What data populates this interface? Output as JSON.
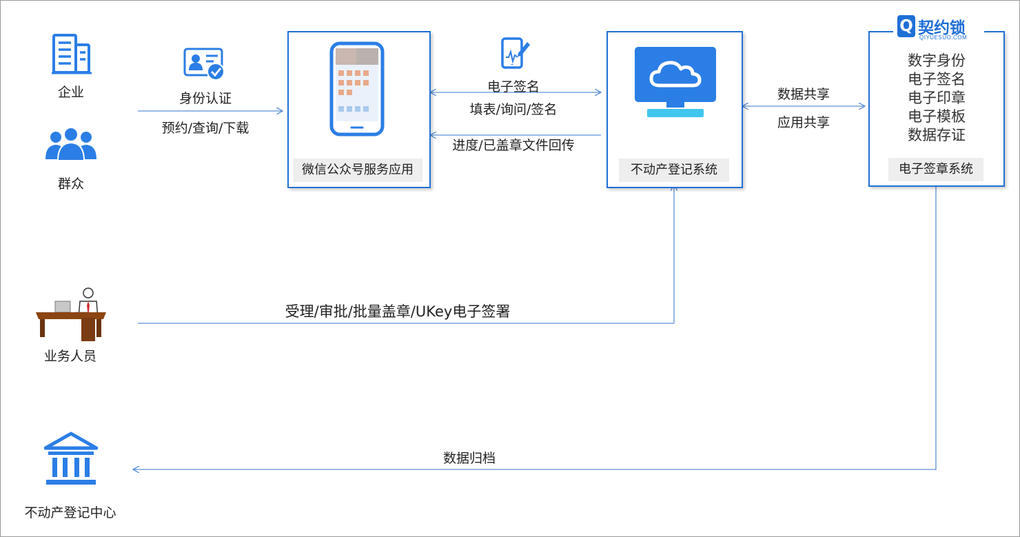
{
  "actors": {
    "enterprise": "企业",
    "public": "群众",
    "staff": "业务人员",
    "center": "不动产登记中心"
  },
  "icons": {
    "enterprise": "building-icon",
    "public": "people-group-icon",
    "staff": "clerk-at-desk-icon",
    "center": "government-building-icon",
    "id_card": "id-card-check-icon",
    "tablet": "tablet-signature-icon",
    "monitor": "cloud-monitor-icon"
  },
  "boxes": {
    "wechat_caption": "微信公众号服务应用",
    "registry_caption": "不动产登记系统",
    "esign_caption": "电子签章系统",
    "esign_features": [
      "数字身份",
      "电子签名",
      "电子印章",
      "电子模板",
      "数据存证"
    ]
  },
  "logo": {
    "mark": "Q",
    "name": "契约锁",
    "domain": "QIYUESUO.COM"
  },
  "flows": {
    "id_auth": "身份认证",
    "reserve": "预约/查询/下载",
    "esign": "电子签名",
    "fill": "填表/询问/签名",
    "progress": "进度/已盖章文件回传",
    "data_share": "数据共享",
    "app_share": "应用共享",
    "staff_ops": "受理/审批/批量盖章/UKey电子签署",
    "archive": "数据归档"
  },
  "colors": {
    "primary": "#1f6fd6",
    "icon_blue": "#2b7ee6",
    "line": "#5b8fd6"
  }
}
